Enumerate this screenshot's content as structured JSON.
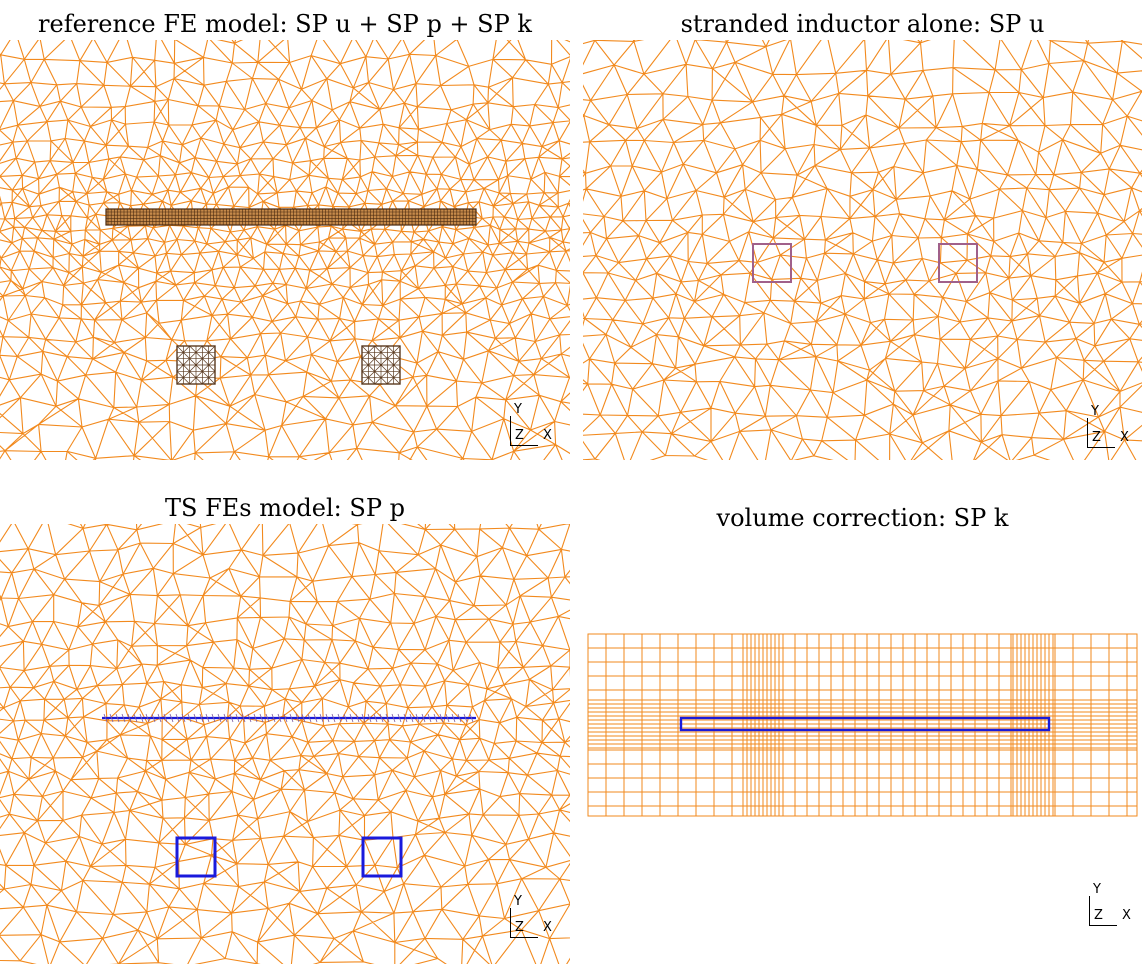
{
  "figure": {
    "panels": [
      {
        "id": "reference",
        "title": "reference FE model: SP u + SP p + SP k",
        "mesh_color": "#f28a1e",
        "features": [
          "fine-strip-mesh",
          "inductor-squares-fine"
        ]
      },
      {
        "id": "stranded",
        "title": "stranded inductor alone: SP u",
        "mesh_color": "#f28a1e",
        "features": [
          "inductor-squares-outline"
        ]
      },
      {
        "id": "ts-fes",
        "title": "TS FEs model: SP p",
        "mesh_color": "#f28a1e",
        "features": [
          "thin-shell-line",
          "inductor-squares-blue"
        ]
      },
      {
        "id": "volume",
        "title": "volume correction: SP k",
        "mesh_color": "#f28a1e",
        "features": [
          "structured-grid",
          "strip-outline-blue"
        ]
      }
    ],
    "axes_labels": {
      "y": "Y",
      "z": "Z",
      "x": "X"
    },
    "colors": {
      "mesh": "#f28a1e",
      "fine_mesh": "#5a3a20",
      "inductor_outline": "#a0608a",
      "conductor_blue": "#1a1adc"
    }
  }
}
